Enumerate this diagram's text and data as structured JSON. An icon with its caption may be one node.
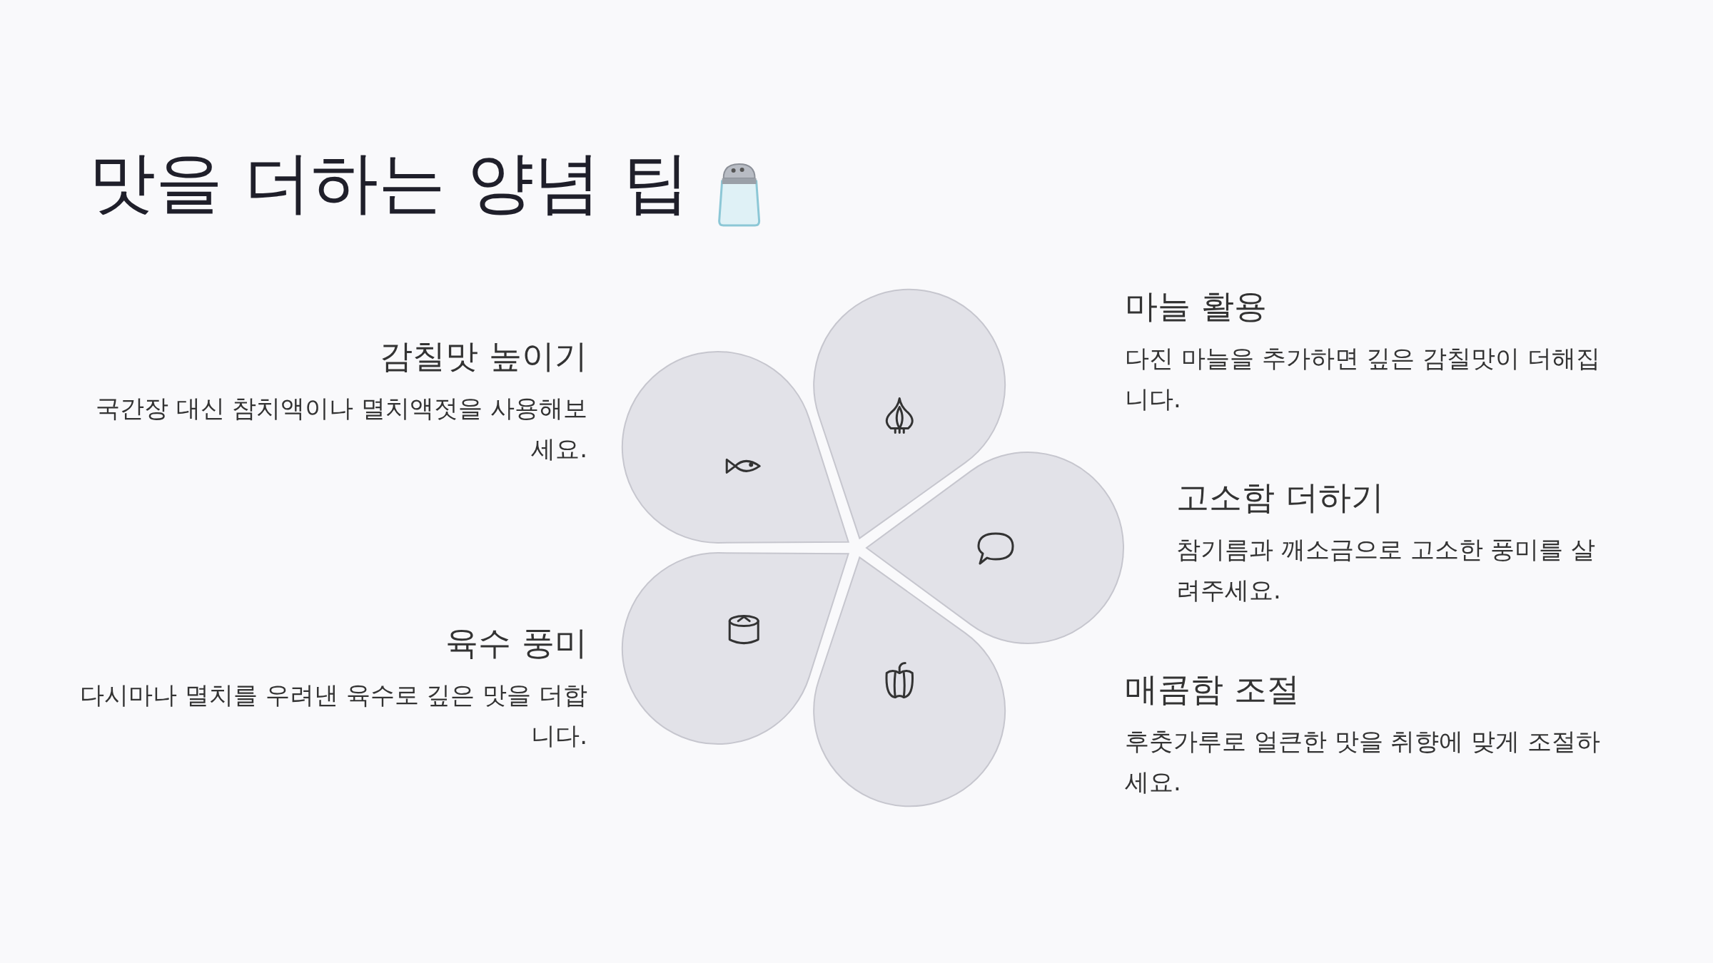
{
  "diagram": {
    "title": "맛을 더하는 양념 팁",
    "nodes": [
      {
        "text": [],
        "shape": "petal",
        "beside": [
          "감칠맛 높이기",
          "국간장 대신 참치액이나 멸치액젓을 사용해보세요."
        ]
      },
      {
        "text": [],
        "shape": "petal",
        "beside": [
          "마늘 활용",
          "다진 마늘을 추가하면 깊은 감칠맛이 더해집니다."
        ]
      },
      {
        "text": [],
        "shape": "petal",
        "beside": [
          "고소함 더하기",
          "참기름과 깨소금으로 고소한 풍미를 살려주세요."
        ]
      },
      {
        "text": [],
        "shape": "petal",
        "beside": [
          "매콤함 조절",
          "후춧가루로 얼큰한 맛을 취향에 맞게 조절하세요."
        ]
      },
      {
        "text": [],
        "shape": "petal",
        "beside": [
          "육수 풍미",
          "다시마나 멸치를 우려낸 육수로 깊은 맛을 더합니다."
        ]
      }
    ]
  }
}
